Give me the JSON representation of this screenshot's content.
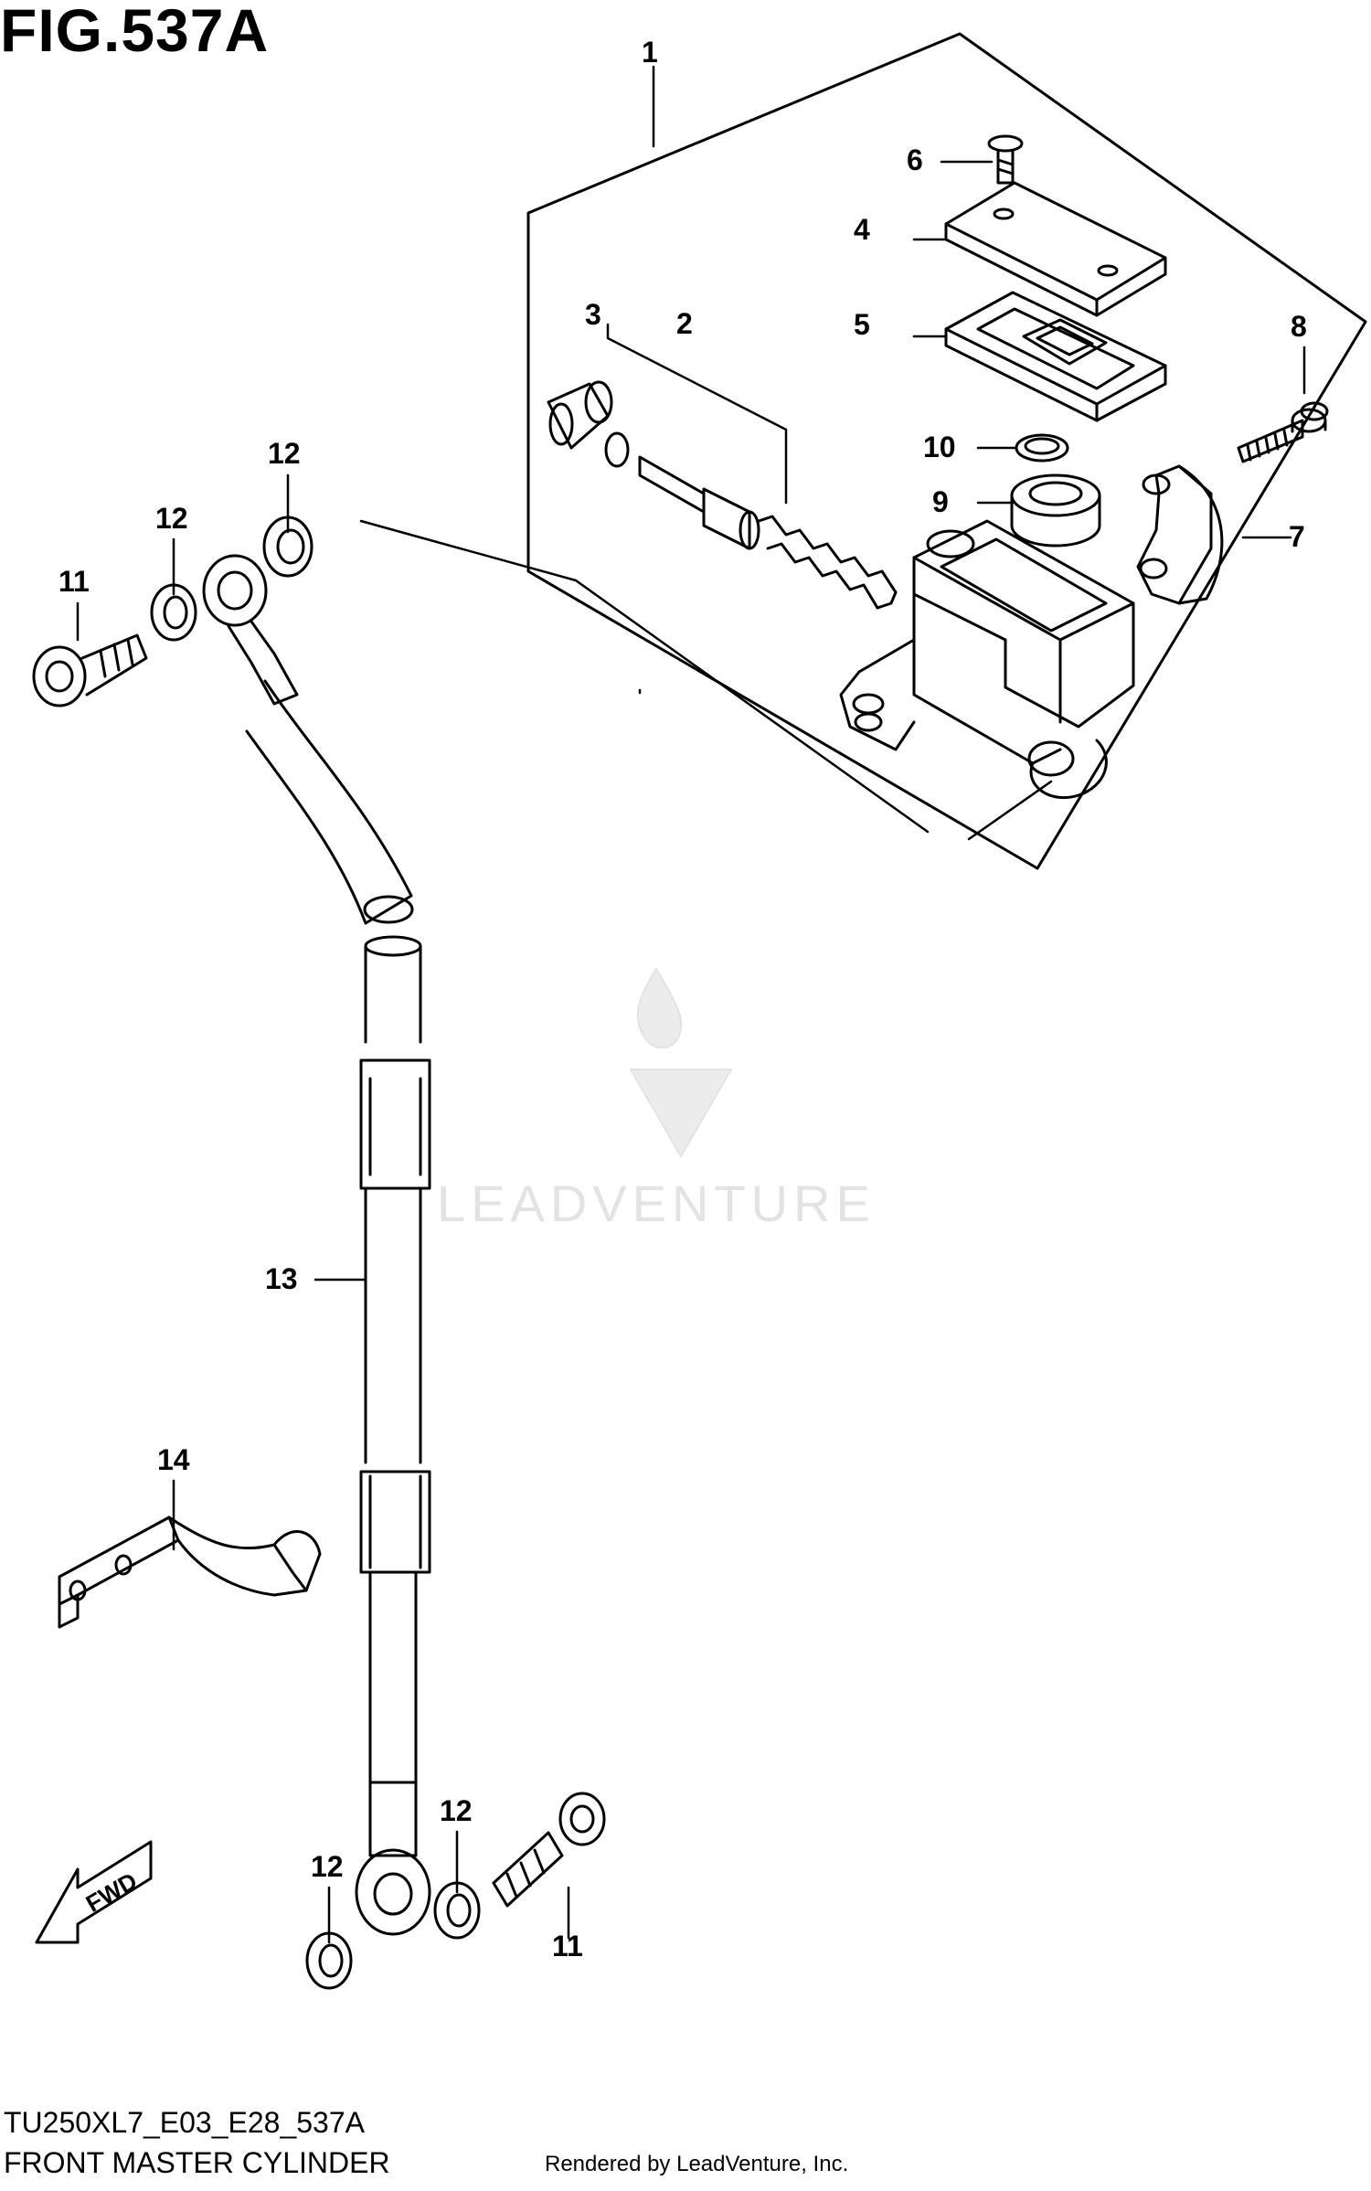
{
  "figure": {
    "title": "FIG.537A",
    "code": "TU250XL7_E03_E28_537A",
    "caption": "FRONT MASTER CYLINDER"
  },
  "watermark": {
    "brand": "LEADVENTURE",
    "credit": "Rendered by LeadVenture, Inc."
  },
  "direction_marker": {
    "label": "FWD"
  },
  "callouts": [
    {
      "ref": "1"
    },
    {
      "ref": "2"
    },
    {
      "ref": "3"
    },
    {
      "ref": "4"
    },
    {
      "ref": "5"
    },
    {
      "ref": "6"
    },
    {
      "ref": "7"
    },
    {
      "ref": "8"
    },
    {
      "ref": "9"
    },
    {
      "ref": "10"
    },
    {
      "ref": "11"
    },
    {
      "ref": "11"
    },
    {
      "ref": "12"
    },
    {
      "ref": "12"
    },
    {
      "ref": "12"
    },
    {
      "ref": "12"
    },
    {
      "ref": "13"
    },
    {
      "ref": "14"
    }
  ],
  "colors": {
    "line": "#000000",
    "watermark": "#e3e3e3"
  }
}
